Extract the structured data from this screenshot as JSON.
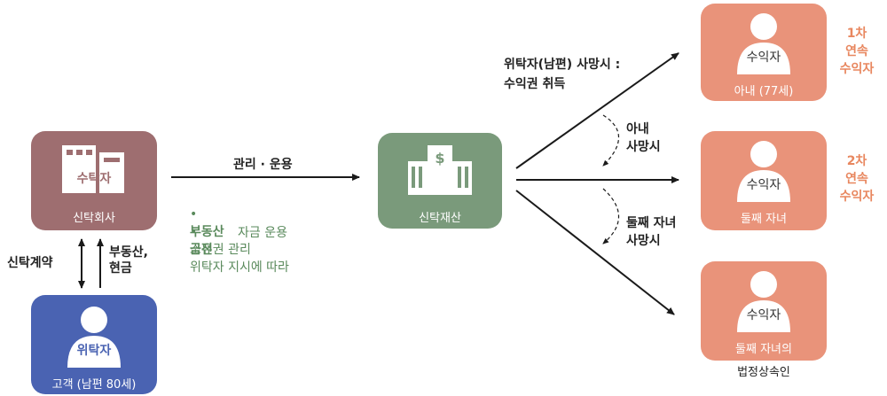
{
  "colors": {
    "trust_company": "#9e6e70",
    "trust_property": "#7a9a7b",
    "settlor": "#4a63b2",
    "beneficiary": "#e9937a",
    "accent_green": "#5a8a5c",
    "accent_orange": "#e8875f",
    "arrow": "#1a1a1a"
  },
  "trust_company": {
    "role": "수탁자",
    "caption": "신탁회사"
  },
  "trust_property": {
    "caption": "신탁재산"
  },
  "settlor": {
    "role": "위탁자",
    "caption": "고객 (남편 80세)"
  },
  "left_arrows": {
    "contract": "신탁계약",
    "assets": "부동산,\n현금"
  },
  "management": {
    "title": "관리 · 운용",
    "item1_term": "부동산",
    "item1_text": "소유권 관리",
    "item2_term": "금전",
    "item2_text": "위탁자 지시에 따라",
    "item2_text2": "자금 운용",
    "bullet": "•"
  },
  "death_note": "위탁자(남편) 사망시 :\n수익권 취득",
  "wife_death_note": "아내\n사망시",
  "child_death_note": "둘째 자녀\n사망시",
  "beneficiaries": [
    {
      "role": "수익자",
      "caption": "아내 (77세)",
      "rank": "1차\n연속\n수익자"
    },
    {
      "role": "수익자",
      "caption": "둘째 자녀",
      "rank": "2차\n연속\n수익자"
    },
    {
      "role": "수익자",
      "caption": "둘째 자녀의",
      "caption2": "법정상속인"
    }
  ]
}
